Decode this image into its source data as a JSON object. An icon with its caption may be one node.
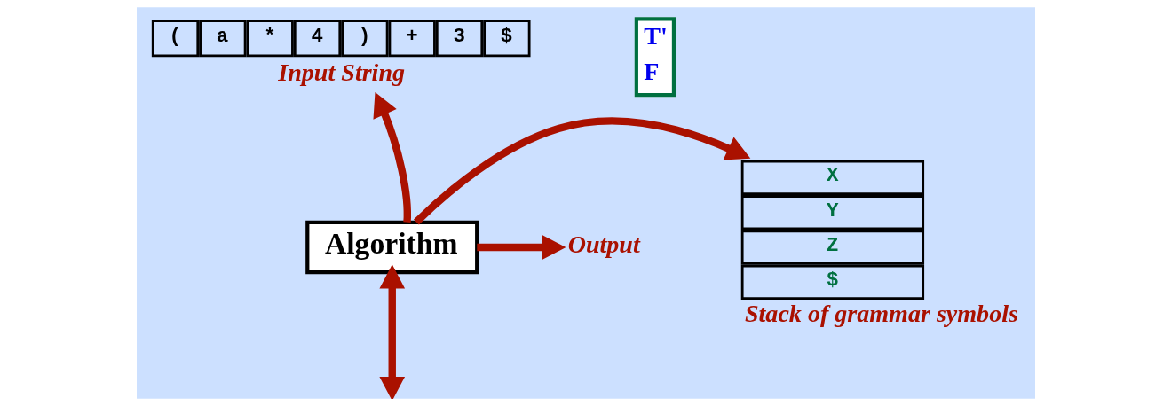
{
  "diagram": {
    "nodes": [
      {
        "text": [
          "(",
          "a",
          "*",
          "4",
          ")",
          "+",
          "3",
          "$"
        ],
        "beside": [
          "Input String"
        ]
      },
      {
        "text": [
          "X",
          "Y",
          "Z",
          "$"
        ],
        "beside": [
          "Stack of grammar symbols"
        ]
      },
      {
        "text": [
          "Algorithm"
        ]
      },
      {
        "text": [
          "Output"
        ]
      },
      {
        "text": [
          "T'",
          "F"
        ]
      }
    ],
    "edges": [
      {
        "from": 2,
        "to": 1,
        "arrow": "to"
      },
      {
        "from": 2,
        "to": 0,
        "arrow": "to"
      },
      {
        "from": 2,
        "to": 3,
        "arrow": "to"
      },
      {
        "from": 2,
        "to": null,
        "arrow": "both"
      }
    ]
  }
}
